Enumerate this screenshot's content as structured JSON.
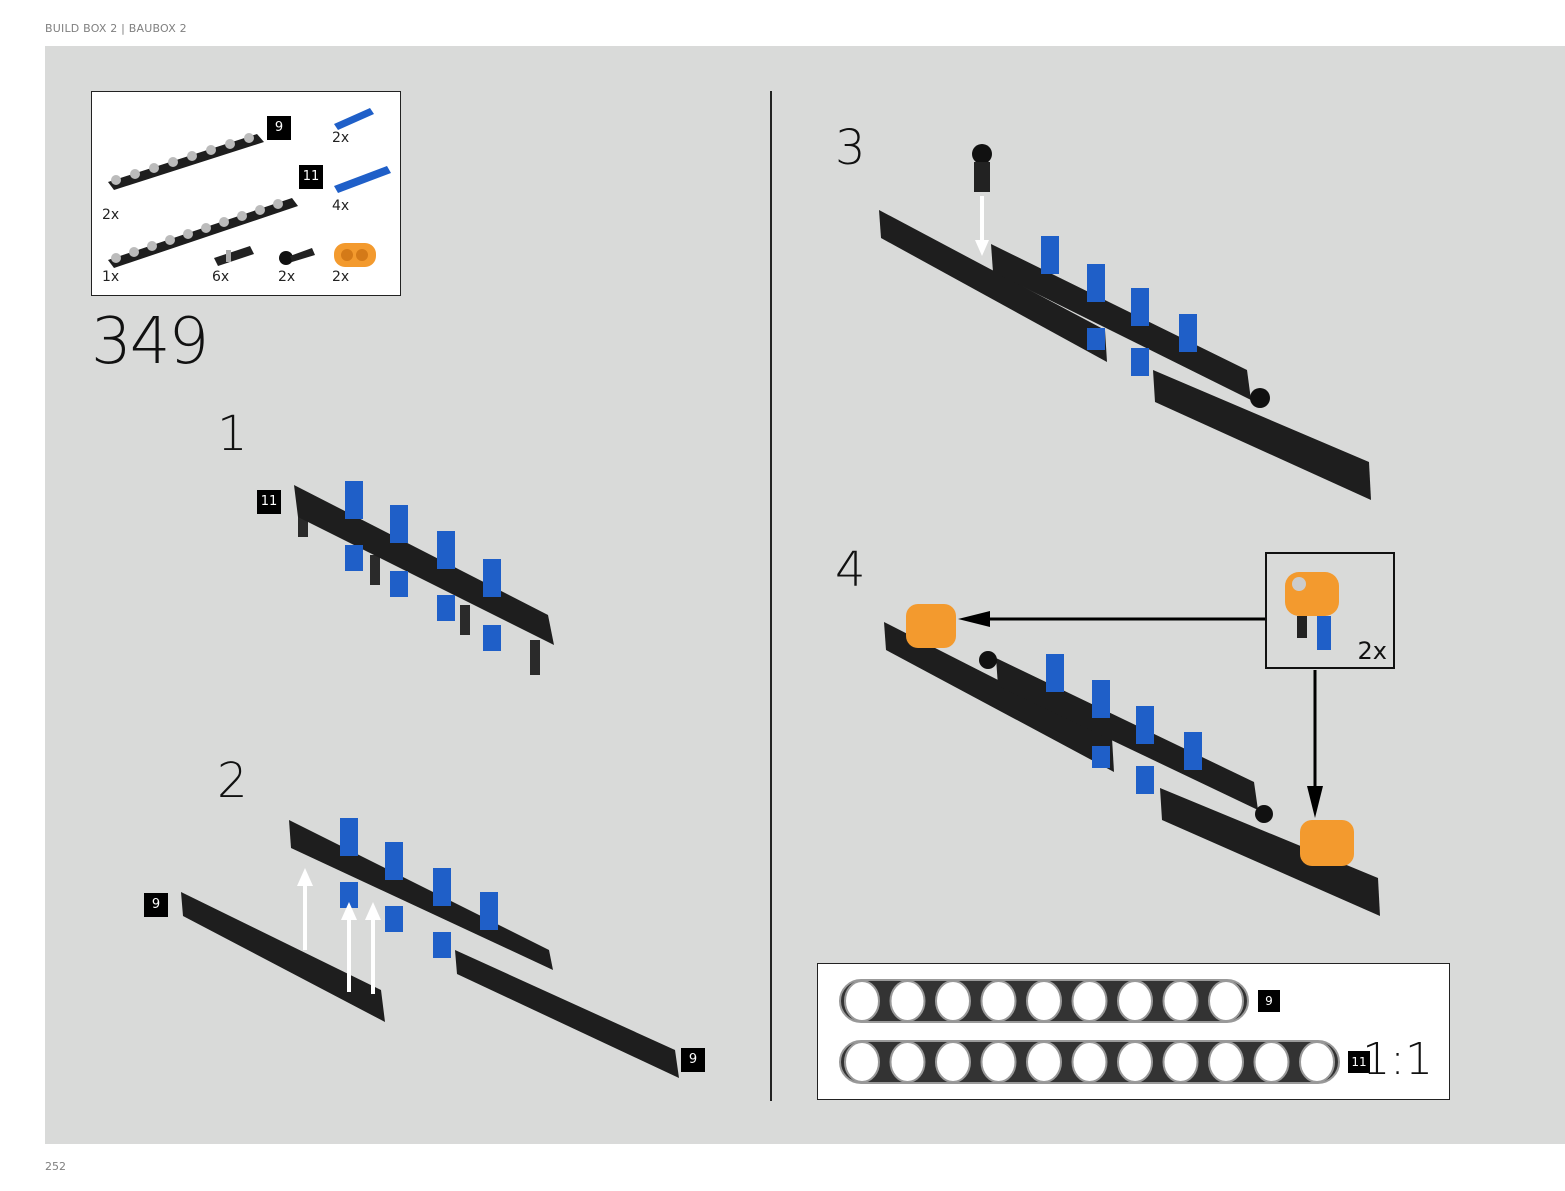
{
  "header": {
    "title": "BUILD BOX 2  |  BAUBOX 2"
  },
  "footer": {
    "page_number": "252"
  },
  "colors": {
    "panel_bg": "#d9dad9",
    "beam_black": "#1e1e1e",
    "pin_blue": "#1f5fc8",
    "connector_orange": "#f39a2e"
  },
  "parts_list": {
    "items": [
      {
        "part": "beam-9",
        "length_label": "9",
        "quantity": "2x"
      },
      {
        "part": "beam-11",
        "length_label": "11",
        "quantity": "1x"
      },
      {
        "part": "blue-axle-pin-short",
        "quantity": "2x"
      },
      {
        "part": "blue-axle-pin-long",
        "quantity": "4x"
      },
      {
        "part": "black-friction-pin",
        "quantity": "6x"
      },
      {
        "part": "black-ball-pin",
        "quantity": "2x"
      },
      {
        "part": "orange-connector",
        "quantity": "2x"
      }
    ]
  },
  "main_step": {
    "number": "349"
  },
  "steps": [
    {
      "number": "1",
      "badges": [
        "11"
      ]
    },
    {
      "number": "2",
      "badges": [
        "9",
        "9"
      ]
    },
    {
      "number": "3"
    },
    {
      "number": "4",
      "callout_quantity": "2x"
    }
  ],
  "scale_reference": {
    "beams": [
      {
        "label": "9",
        "holes": 9
      },
      {
        "label": "11",
        "holes": 11
      }
    ],
    "ratio": "1:1"
  }
}
